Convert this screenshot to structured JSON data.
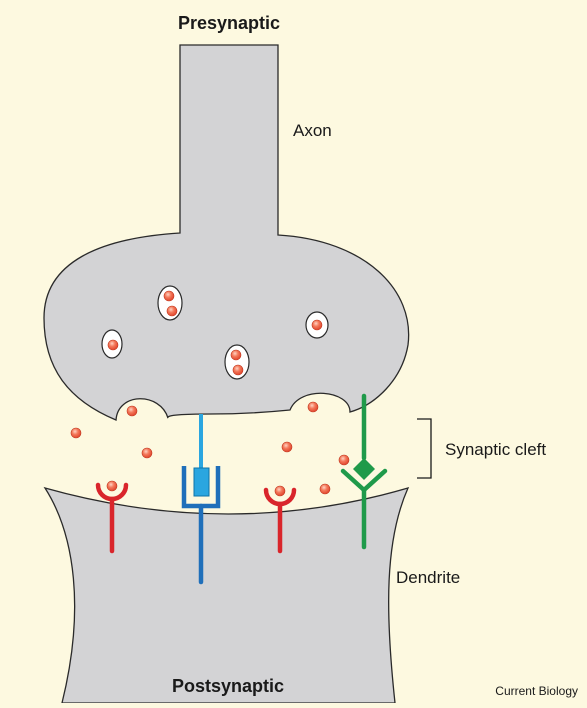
{
  "labels": {
    "presynaptic": "Presynaptic",
    "axon": "Axon",
    "synaptic_cleft": "Synaptic cleft",
    "dendrite": "Dendrite",
    "postsynaptic": "Postsynaptic",
    "credit": "Current Biology"
  },
  "colors": {
    "background": "#fdf9e0",
    "membrane": "#d3d3d5",
    "membrane_outline": "#2a2a2a",
    "neurotransmitter": "#f26a4f",
    "receptor_red": "#d9252b",
    "receptor_blue": "#1f6fba",
    "receptor_cyan": "#2aa6e0",
    "receptor_green": "#1f9a4a"
  }
}
